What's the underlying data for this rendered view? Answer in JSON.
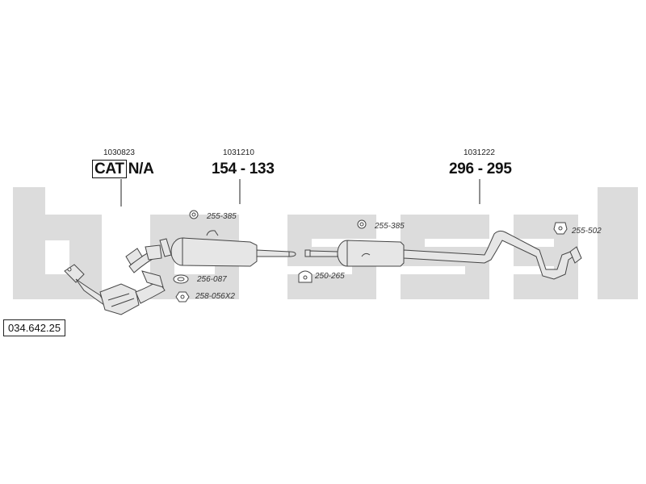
{
  "assembly": {
    "reference": "034.642.25",
    "sections": [
      {
        "code": "1030823",
        "cat_label": "CAT",
        "parts_label": "N/A"
      },
      {
        "code": "1031210",
        "parts_label": "154 - 133"
      },
      {
        "code": "1031222",
        "parts_label": "296 - 295"
      }
    ]
  },
  "fittings": [
    {
      "label": "255-385"
    },
    {
      "label": "256-087"
    },
    {
      "label": "258-056X2"
    },
    {
      "label": "255-385"
    },
    {
      "label": "250-265"
    },
    {
      "label": "255-502"
    }
  ],
  "colors": {
    "watermark": "#d9d9d9",
    "line": "#444444",
    "part_fill": "#e6e6e6"
  }
}
